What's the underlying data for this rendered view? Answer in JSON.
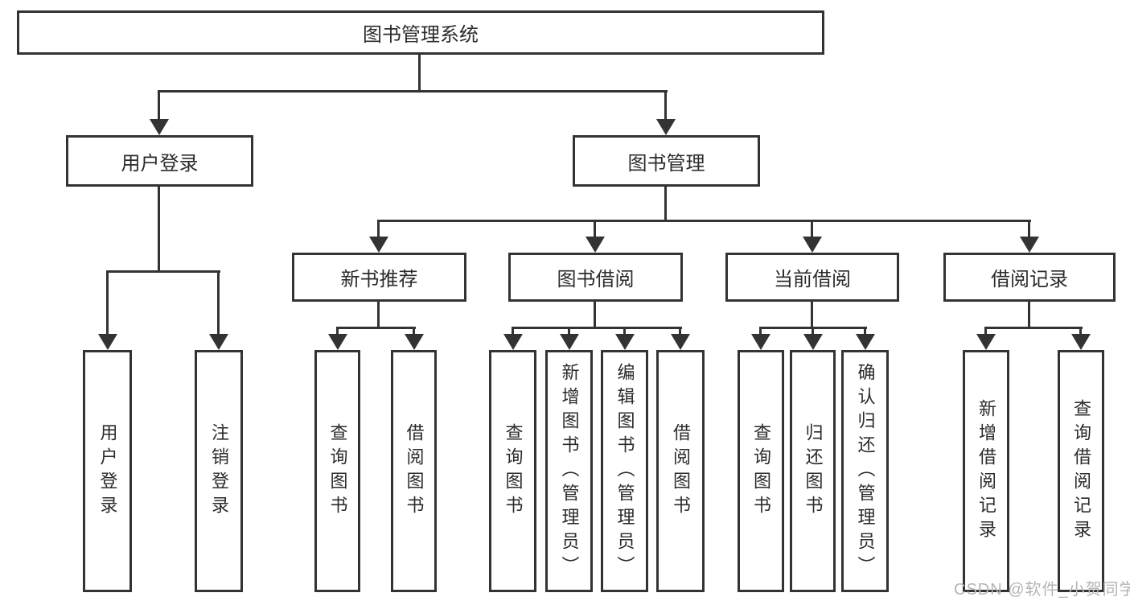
{
  "diagram": {
    "root": {
      "label": "图书管理系统"
    },
    "level2": [
      {
        "label": "用户登录"
      },
      {
        "label": "图书管理"
      }
    ],
    "level3": [
      {
        "label": "新书推荐"
      },
      {
        "label": "图书借阅"
      },
      {
        "label": "当前借阅"
      },
      {
        "label": "借阅记录"
      }
    ],
    "leaves": {
      "user_login": [
        "用户登录",
        "注销登录"
      ],
      "new_book": [
        "查询图书",
        "借阅图书"
      ],
      "book_borrow": [
        "查询图书",
        "新增图书（管理员）",
        "编辑图书（管理员）",
        "借阅图书"
      ],
      "current_borrow": [
        "查询图书",
        "归还图书",
        "确认归还（管理员）"
      ],
      "borrow_record": [
        "新增借阅记录",
        "查询借阅记录"
      ]
    },
    "watermark": "CSDN @软件_小贺同学",
    "colors": {
      "line": "#333333",
      "text": "#2b2b2b",
      "background": "#ffffff",
      "watermark": "#b5b5b5"
    }
  }
}
